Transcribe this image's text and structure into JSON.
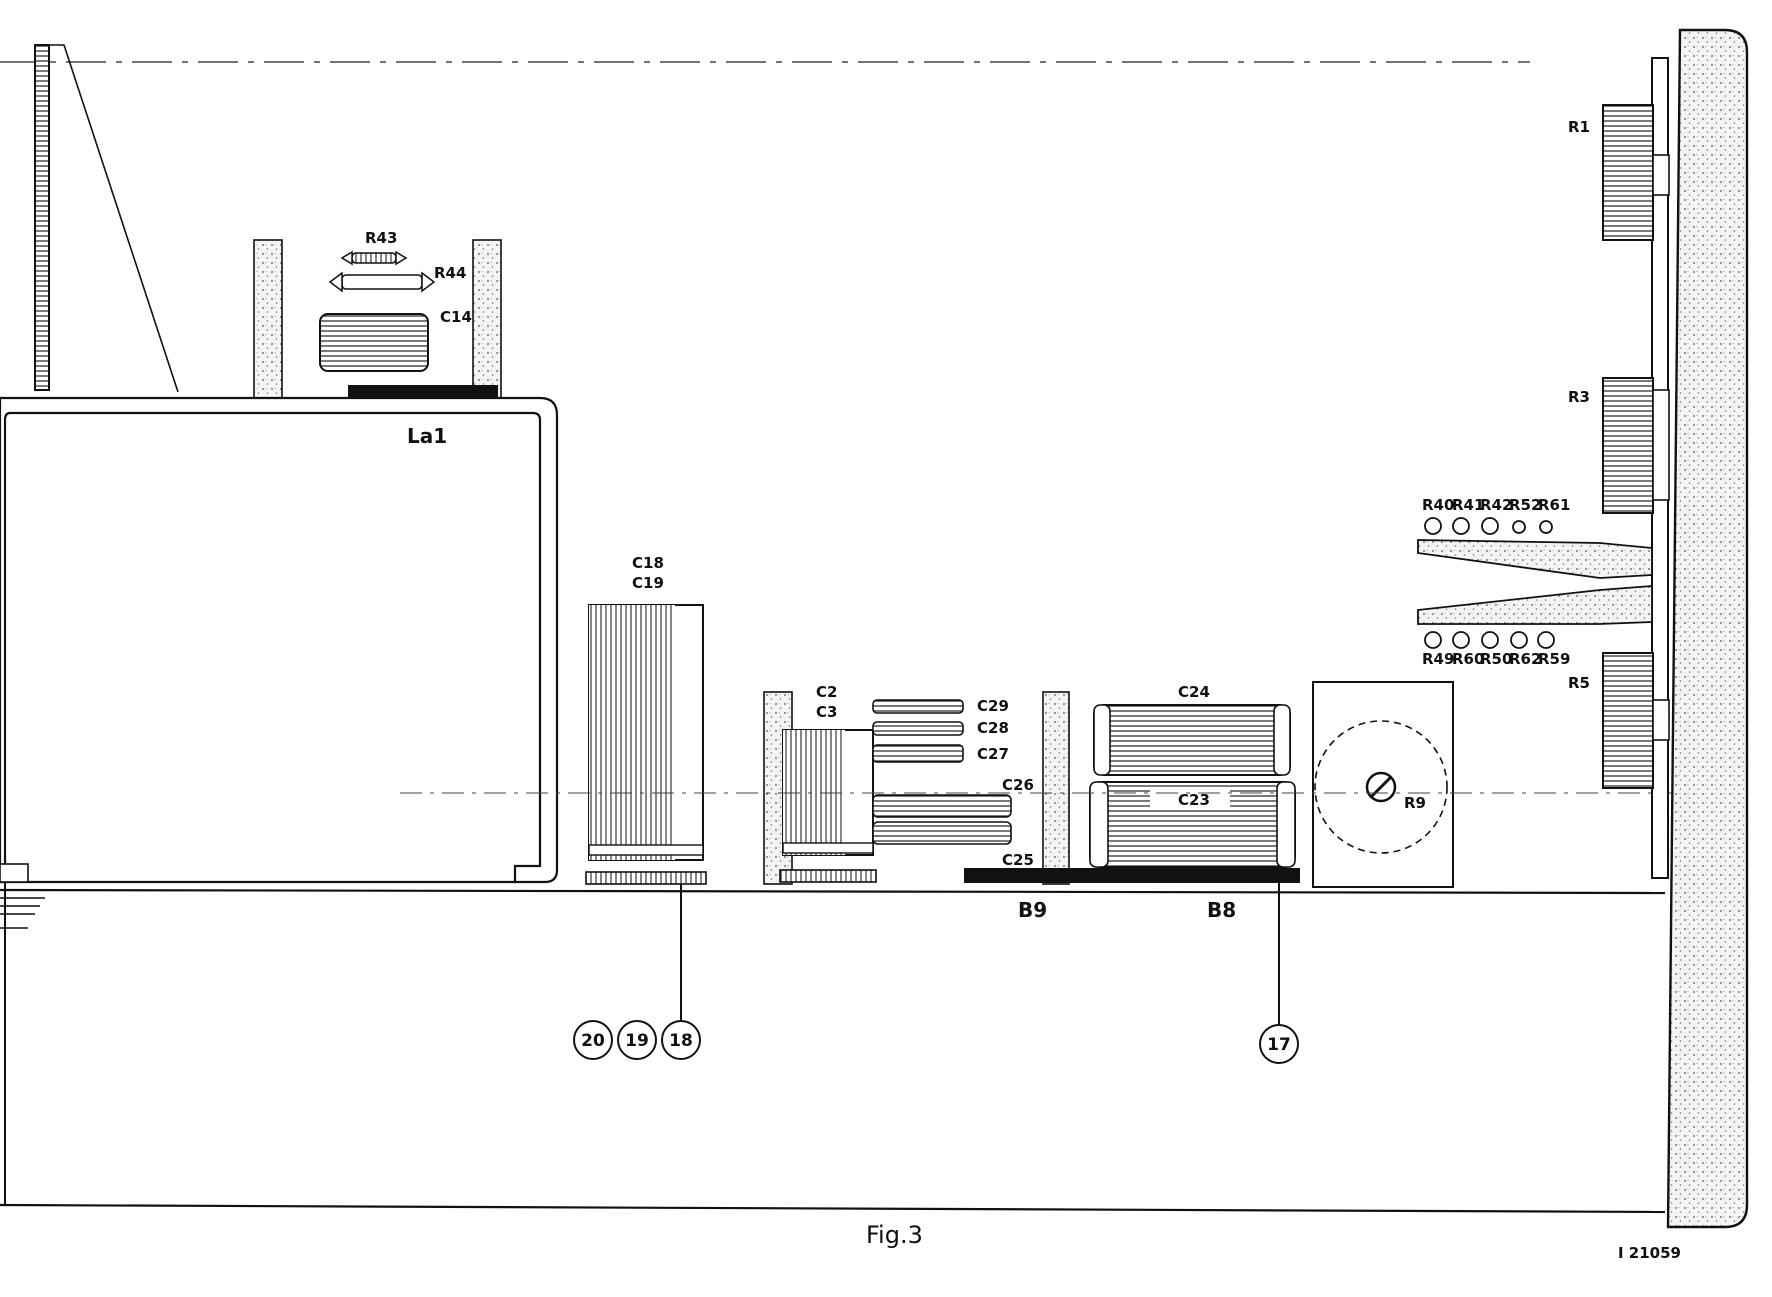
{
  "figure": {
    "caption": "Fig.3",
    "drawing_number": "I 21059"
  },
  "labels": {
    "la1": "La1",
    "r43": "R43",
    "r44": "R44",
    "c14": "C14",
    "c18": "C18",
    "c19": "C19",
    "c2": "C2",
    "c3": "C3",
    "c29": "C29",
    "c28": "C28",
    "c27": "C27",
    "c26": "C26",
    "c25": "C25",
    "c24": "C24",
    "c23": "C23",
    "r9": "R9",
    "b9": "B9",
    "b8": "B8",
    "r1": "R1",
    "r3": "R3",
    "r5": "R5",
    "r40": "R40",
    "r41": "R41",
    "r42": "R42",
    "r52": "R52",
    "r61": "R61",
    "r49": "R49",
    "r60": "R60",
    "r50": "R50",
    "r62": "R62",
    "r59": "R59"
  },
  "callouts": [
    "20",
    "19",
    "18",
    "17"
  ],
  "colors": {
    "ink": "#111111",
    "paper": "#ffffff",
    "stipple": "#cfcfcf"
  }
}
